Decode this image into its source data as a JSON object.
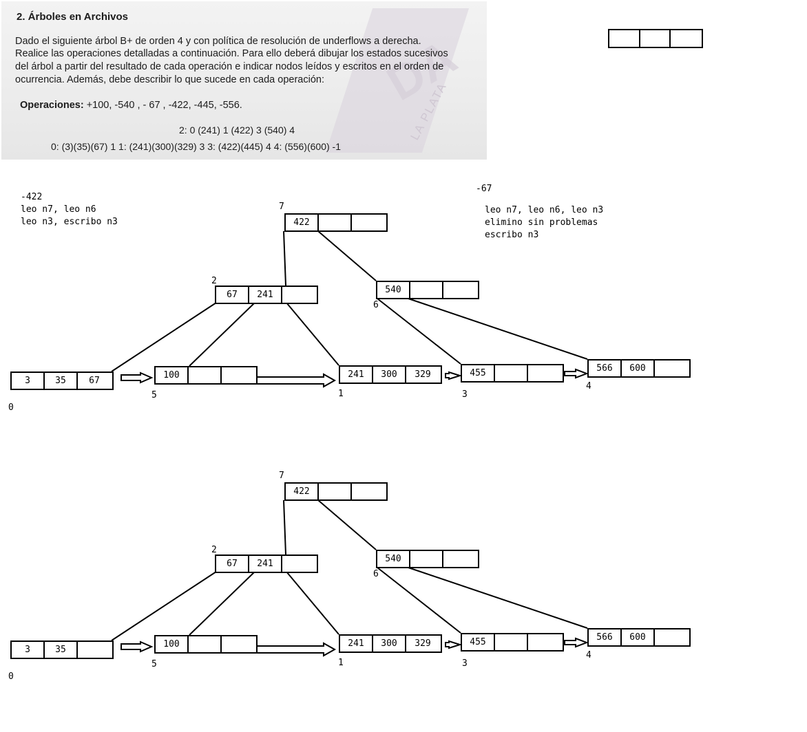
{
  "exercise": {
    "title": "2. Árboles en Archivos",
    "statement": [
      "Dado el siguiente árbol B+ de orden 4 y con política de resolución de underflows a derecha.",
      "Realice las operaciones detalladas a continuación. Para ello deberá dibujar los estados sucesivos",
      "del árbol a partir del resultado de cada operación e indicar nodos leídos y escritos en el orden de",
      "ocurrencia. Además, debe describir lo que sucede en cada operación:"
    ],
    "operations_label": "Operaciones:",
    "operations": "+100, -540 , - 67 , -422, -445, -556.",
    "tree_line_1": "2: 0 (241) 1 (422) 3 (540) 4",
    "tree_line_2": "0: (3)(35)(67) 1 1: (241)(300)(329) 3   3: (422)(445) 4  4: (556)(600) -1",
    "watermark": "LA PLATA"
  },
  "empty_node": [
    "",
    "",
    ""
  ],
  "notes": {
    "left": [
      "-422",
      "leo n7, leo n6",
      "leo n3, escribo n3"
    ],
    "right_op": "-67",
    "right": [
      "leo n7, leo n6, leo n3",
      "elimino sin problemas",
      "escribo n3"
    ]
  },
  "trees": [
    {
      "labels": {
        "n7": "7",
        "n2": "2",
        "n6": "6",
        "n0": "0",
        "n5": "5",
        "n1": "1",
        "n3": "3",
        "n4": "4"
      },
      "nodes": {
        "n7": [
          "422",
          "",
          ""
        ],
        "n2": [
          "67",
          "241",
          ""
        ],
        "n6": [
          "540",
          "",
          ""
        ],
        "n0": [
          "3",
          "35",
          "67"
        ],
        "n5": [
          "100",
          "",
          ""
        ],
        "n1": [
          "241",
          "300",
          "329"
        ],
        "n3": [
          "455",
          "",
          ""
        ],
        "n4": [
          "566",
          "600",
          ""
        ]
      }
    },
    {
      "labels": {
        "n7": "7",
        "n2": "2",
        "n6": "6",
        "n0": "0",
        "n5": "5",
        "n1": "1",
        "n3": "3",
        "n4": "4"
      },
      "nodes": {
        "n7": [
          "422",
          "",
          ""
        ],
        "n2": [
          "67",
          "241",
          ""
        ],
        "n6": [
          "540",
          "",
          ""
        ],
        "n0": [
          "3",
          "35",
          ""
        ],
        "n5": [
          "100",
          "",
          ""
        ],
        "n1": [
          "241",
          "300",
          "329"
        ],
        "n3": [
          "455",
          "",
          ""
        ],
        "n4": [
          "566",
          "600",
          ""
        ]
      }
    }
  ]
}
